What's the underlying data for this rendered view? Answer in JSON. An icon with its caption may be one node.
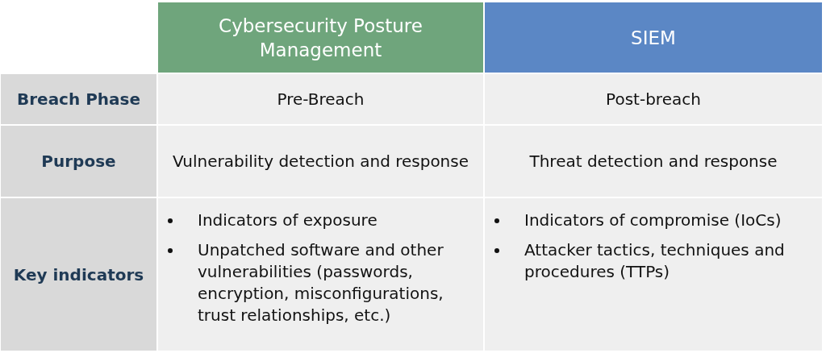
{
  "diagram": {
    "labels": [
      "Cybersecurity Posture Management",
      "SIEM",
      "Breach Phase",
      "Pre-Breach",
      "Post-breach",
      "Purpose",
      "Vulnerability detection and response",
      "Threat detection and response",
      "Key indicators",
      "Indicators of exposure",
      "Unpatched software and other vulnerabilities (passwords, encryption, misconfigurations, trust relationships, etc.)",
      "Indicators of compromise (IoCs)",
      "Attacker tactics, techniques and procedures (TTPs)"
    ]
  }
}
